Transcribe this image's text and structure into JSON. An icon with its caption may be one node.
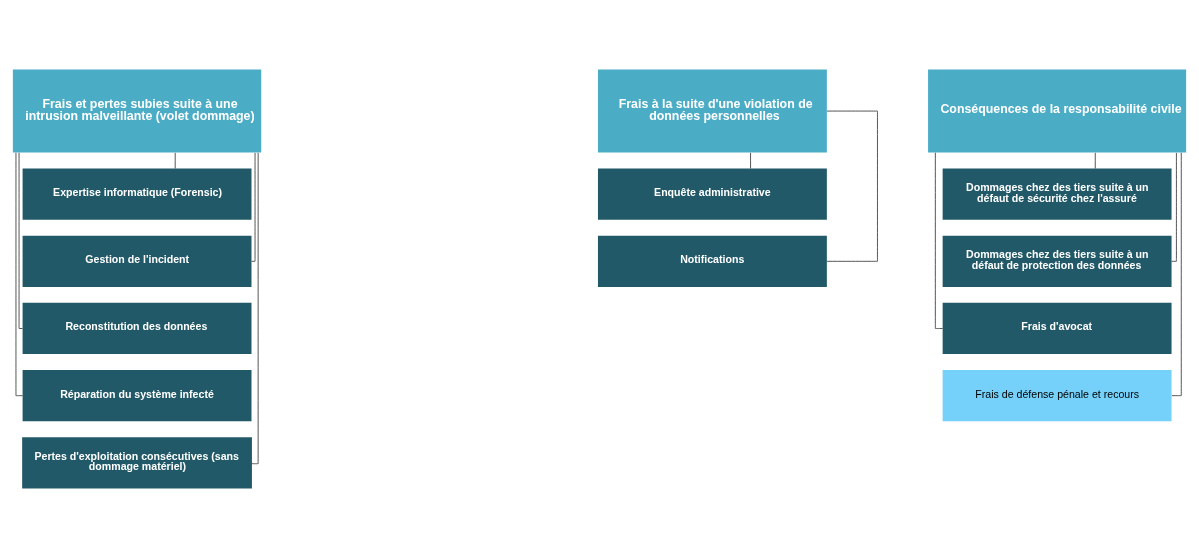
{
  "diagram": {
    "nodes": [
      {
        "text": [
          "Frais et pertes subies suite à une intrusion malveillante (volet dommage)"
        ]
      },
      {
        "text": [
          "Expertise informatique (Forensic)"
        ]
      },
      {
        "text": [
          "Gestion de l'incident"
        ]
      },
      {
        "text": [
          "Reconstitution des données"
        ]
      },
      {
        "text": [
          "Réparation du système infecté"
        ]
      },
      {
        "text": [
          "Pertes d'exploitation consécutives (sans dommage matériel)"
        ]
      },
      {
        "text": [
          "Frais à la suite d'une violation de données personnelles"
        ]
      },
      {
        "text": [
          "Enquête administrative"
        ]
      },
      {
        "text": [
          "Notifications"
        ]
      },
      {
        "text": [
          "Conséquences de la responsabilité civile"
        ]
      },
      {
        "text": [
          "Dommages chez des tiers suite à un défaut de sécurité chez l'assuré"
        ]
      },
      {
        "text": [
          "Dommages chez des tiers suite à un défaut de protection des données"
        ]
      },
      {
        "text": [
          "Frais d'avocat"
        ]
      },
      {
        "text": [
          "Frais de défense pénale et recours"
        ]
      }
    ],
    "edges": [
      {
        "from": 0,
        "to": 1,
        "arrow": "none"
      },
      {
        "from": 0,
        "to": 2,
        "arrow": "none"
      },
      {
        "from": 0,
        "to": 3,
        "arrow": "none"
      },
      {
        "from": 0,
        "to": 4,
        "arrow": "none"
      },
      {
        "from": 0,
        "to": 5,
        "arrow": "none"
      },
      {
        "from": 6,
        "to": 7,
        "arrow": "none"
      },
      {
        "from": 6,
        "to": 8,
        "arrow": "none"
      },
      {
        "from": 9,
        "to": 10,
        "arrow": "none"
      },
      {
        "from": 9,
        "to": 11,
        "arrow": "none"
      },
      {
        "from": 9,
        "to": 12,
        "arrow": "none"
      },
      {
        "from": 9,
        "to": 13,
        "arrow": "none"
      }
    ]
  }
}
